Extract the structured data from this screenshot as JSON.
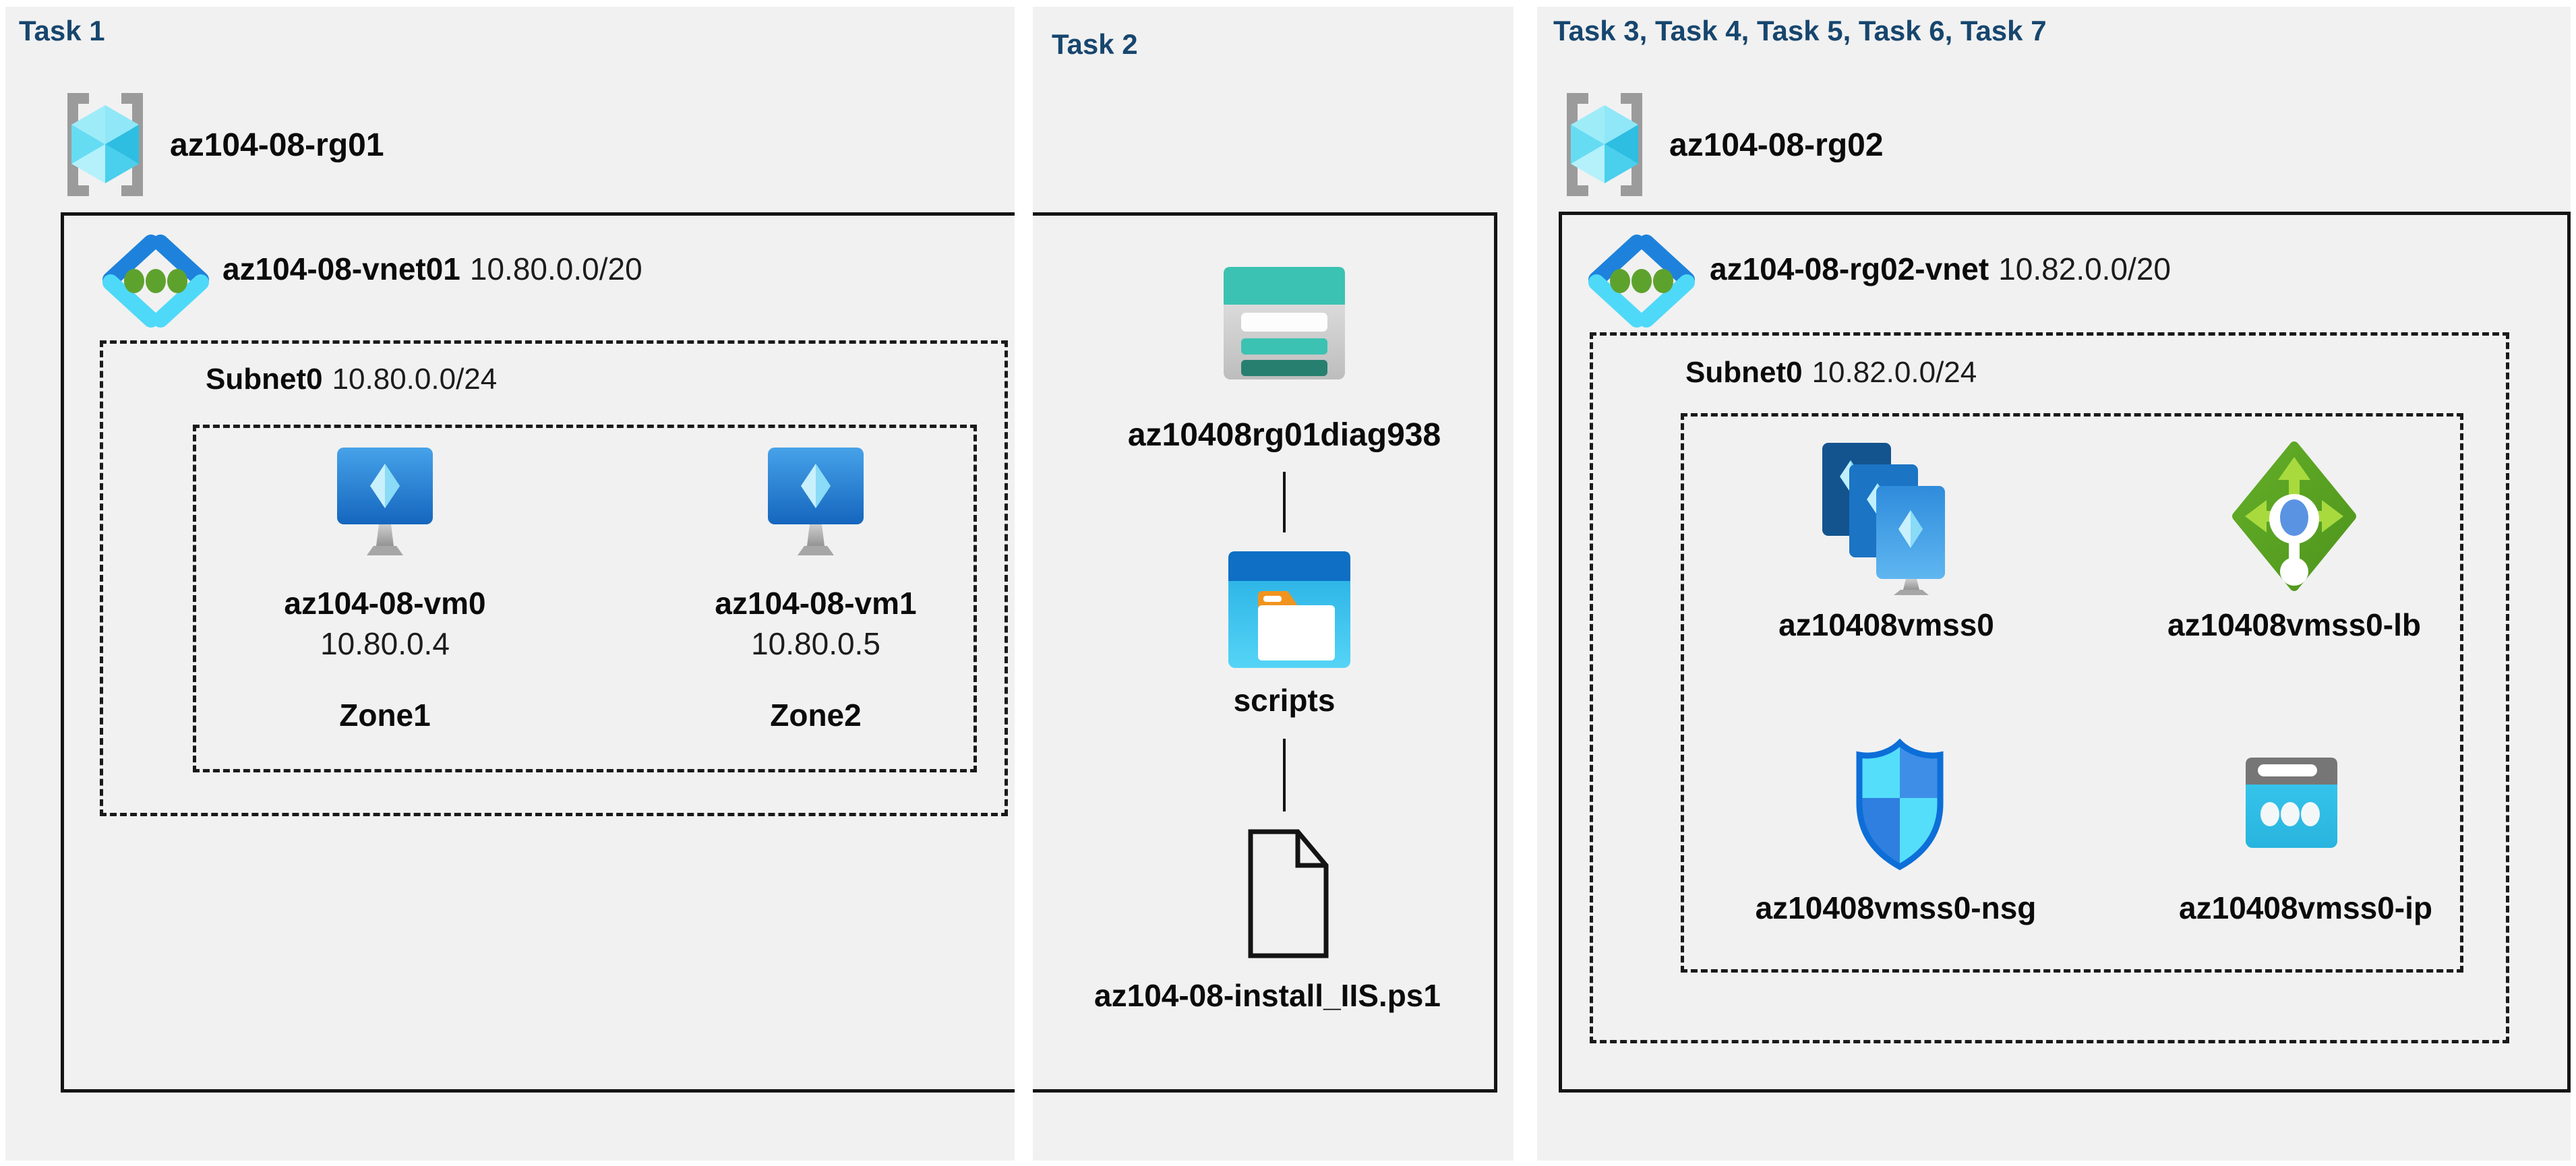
{
  "colors": {
    "header_navy": "#17466e",
    "panel_gray": "#f1f1f1",
    "line_black": "#141414",
    "teal_storage": "#3bc2b2",
    "teal_dark": "#27806f",
    "azure_blue": "#1e82dc",
    "cyan_light": "#4fd9f8",
    "lb_green": "#5aa524",
    "lb_green_light": "#a8da3e",
    "shield_blue": "#0d6ed8",
    "ip_cyan": "#31c0ea",
    "orange_tab": "#f0941f"
  },
  "icons": [
    "resource-group-icon",
    "virtual-network-icon",
    "virtual-machine-icon",
    "storage-account-icon",
    "folder-container-icon",
    "file-document-icon",
    "vm-scale-set-icon",
    "load-balancer-icon",
    "nsg-shield-icon",
    "public-ip-icon"
  ],
  "panels": {
    "task1": {
      "title": "Task 1",
      "rg": {
        "name": "az104-08-rg01"
      },
      "vnet": {
        "name": "az104-08-vnet01",
        "cidr": "10.80.0.0/20"
      },
      "subnet": {
        "name": "Subnet0",
        "cidr": "10.80.0.0/24"
      },
      "vms": [
        {
          "name": "az104-08-vm0",
          "ip": "10.80.0.4",
          "zone": "Zone1"
        },
        {
          "name": "az104-08-vm1",
          "ip": "10.80.0.5",
          "zone": "Zone2"
        }
      ]
    },
    "task2": {
      "title": "Task 2",
      "storage_account": "az10408rg01diag938",
      "container": "scripts",
      "file": "az104-08-install_IIS.ps1"
    },
    "task3": {
      "title": "Task 3, Task 4, Task 5, Task 6, Task 7",
      "rg": {
        "name": "az104-08-rg02"
      },
      "vnet": {
        "name": "az104-08-rg02-vnet",
        "cidr": "10.82.0.0/20"
      },
      "subnet": {
        "name": "Subnet0",
        "cidr": "10.82.0.0/24"
      },
      "resources": {
        "vmss": "az10408vmss0",
        "lb": "az10408vmss0-lb",
        "nsg": "az10408vmss0-nsg",
        "ip": "az10408vmss0-ip"
      }
    }
  }
}
